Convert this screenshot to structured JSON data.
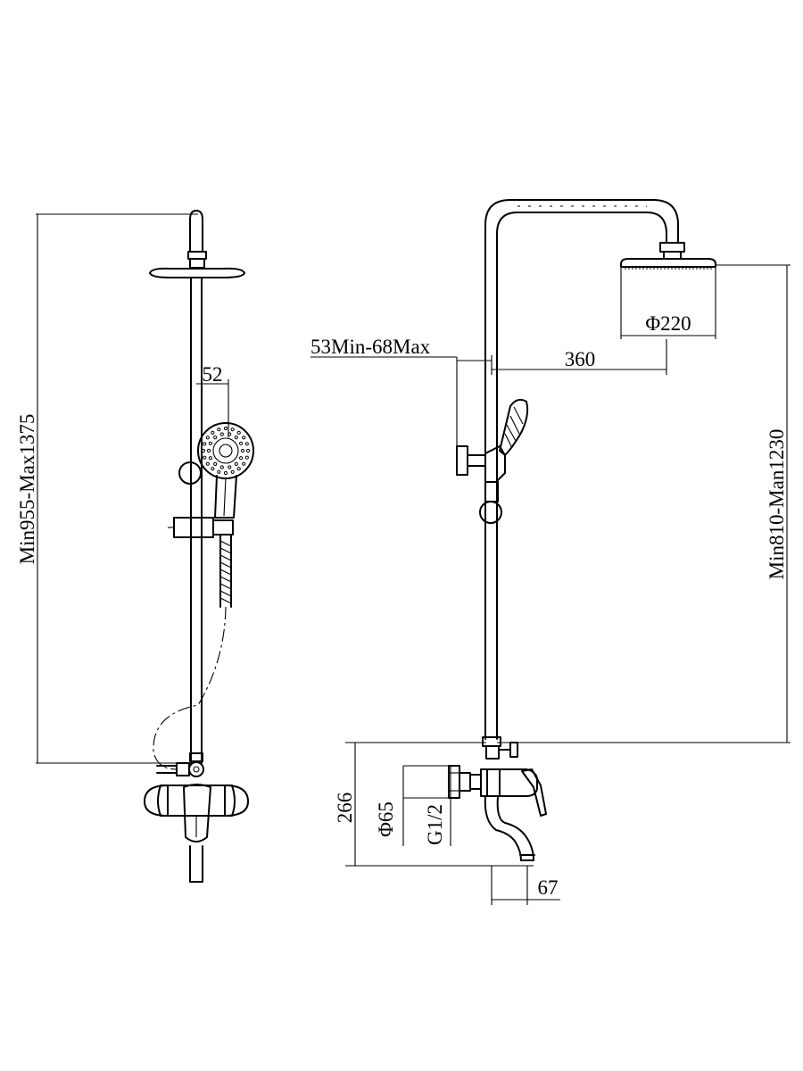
{
  "front_view": {
    "height_range": "Min955-Max1375",
    "hand_shower_offset": "52"
  },
  "side_view": {
    "head_diameter": "Φ220",
    "arm_reach": "360",
    "wall_distance": "53Min-68Max",
    "shower_height": "Min810-Man1230",
    "mixer_height": "266",
    "escutcheon_diameter": "Φ65",
    "thread": "G1/2",
    "spout_projection": "67"
  }
}
